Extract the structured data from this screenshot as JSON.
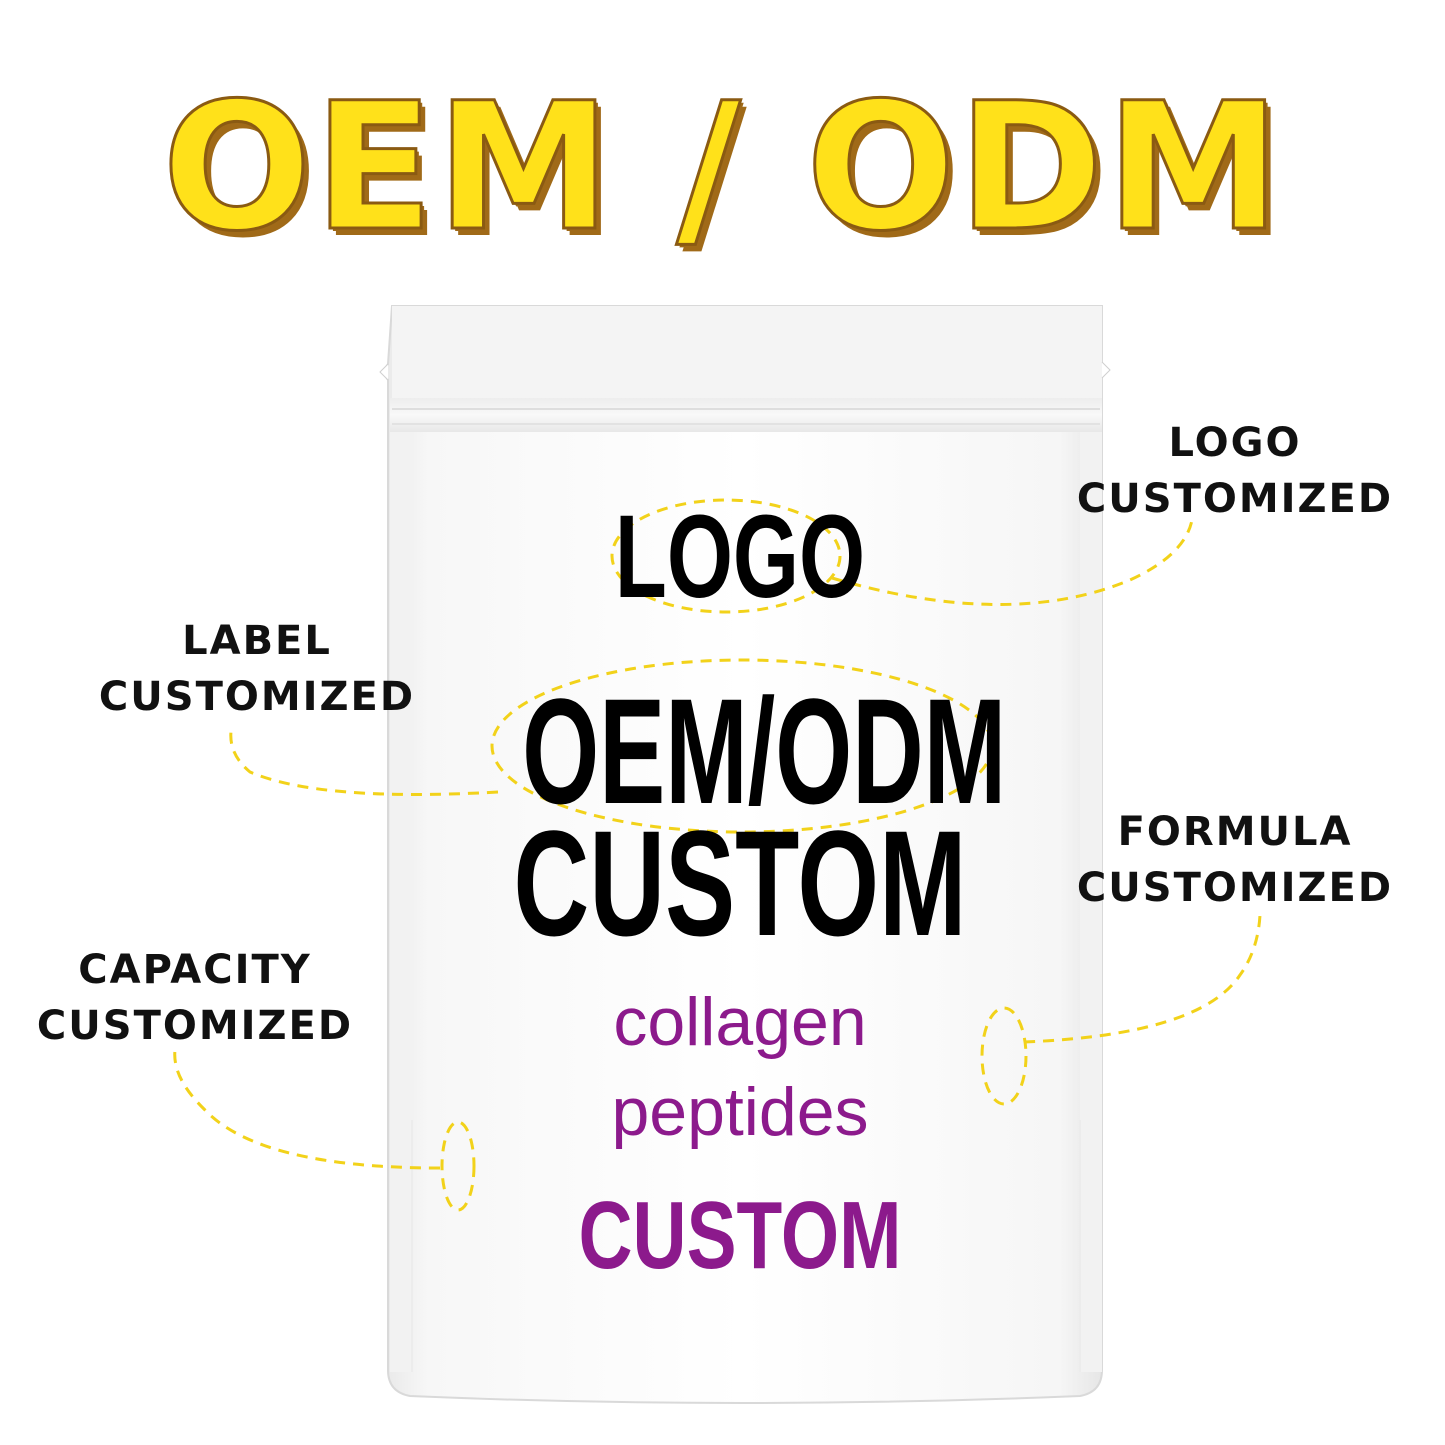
{
  "headline": "OEM / ODM",
  "pouch": {
    "logo": "LOGO",
    "oem_odm": "OEM/ODM",
    "custom": "CUSTOM",
    "product_line1": "collagen",
    "product_line2": "peptides",
    "custom_bottom": "CUSTOM"
  },
  "callouts": {
    "logo": {
      "line1": "LOGO",
      "line2": "CUSTOMIZED"
    },
    "label": {
      "line1": "LABEL",
      "line2": "CUSTOMIZED"
    },
    "formula": {
      "line1": "FORMULA",
      "line2": "CUSTOMIZED"
    },
    "capacity": {
      "line1": "CAPACITY",
      "line2": "CUSTOMIZED"
    }
  },
  "colors": {
    "headline_fill": "#ffe11a",
    "headline_shadow": "#a06a18",
    "accent_purple": "#8c1a8c",
    "dashed_line": "#f2d21a",
    "text_dark": "#111111"
  }
}
